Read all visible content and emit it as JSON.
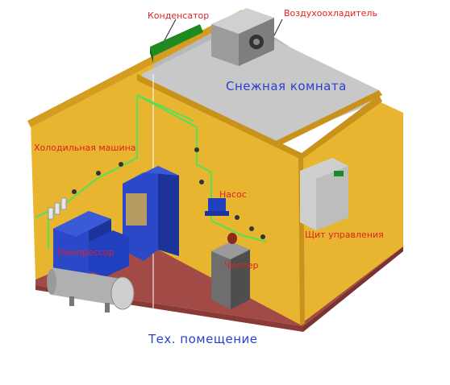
{
  "labels": {
    "condenser": "Конденсатор",
    "air_cooler": "Воздухоохладитель",
    "snow_room": "Снежная комната",
    "refrigeration_unit": "Холодильная машина",
    "pump": "Насос",
    "compressor": "Компрессор",
    "control_panel": "Щит управления",
    "receiver": "Чиллер",
    "tech_room": "Тех. помещение"
  },
  "colors": {
    "wall_yellow": "#e8b531",
    "wall_edge": "#c9921a",
    "floor": "#a24a45",
    "equipment_blue": "#2040c0",
    "pipe_green": "#55e055",
    "label_red": "#e02020",
    "label_blue": "#2a3fd0"
  }
}
